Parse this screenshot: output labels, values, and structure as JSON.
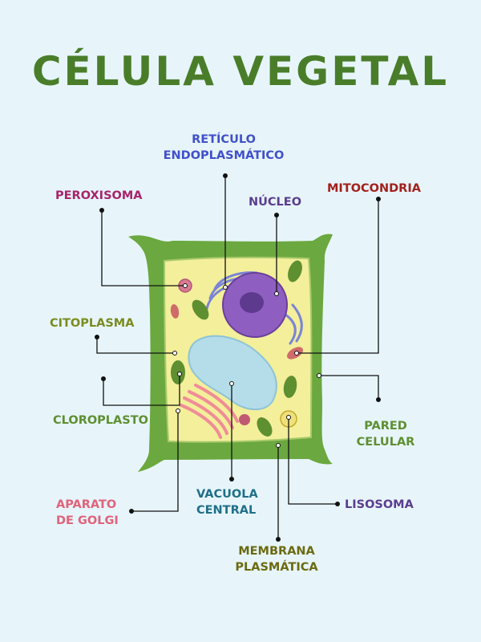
{
  "title": "CÉLULA VEGETAL",
  "colors": {
    "title": "#4a7d2a",
    "wall": "#6ba83f",
    "cytoplasm": "#f3ef9a",
    "nucleus": "#8e5fc0",
    "nucleolus": "#5e3a8f",
    "vacuole": "#b4dde9",
    "golgi": "#f08c97",
    "chloroplast": "#5e8f30",
    "mitochondria": "#d06b6b",
    "lysosome": "#efe17a",
    "peroxisome": "#d97a93",
    "er": "#7a84d6"
  },
  "labels": {
    "reticulo": {
      "lines": [
        "RETÍCULO",
        "ENDOPLASMÁTICO"
      ],
      "color": "#4150c8"
    },
    "peroxisoma": {
      "lines": [
        "PEROXISOMA"
      ],
      "color": "#a8246a"
    },
    "nucleo": {
      "lines": [
        "NÚCLEO"
      ],
      "color": "#5a3d8f"
    },
    "mitocondria": {
      "lines": [
        "MITOCONDRIA"
      ],
      "color": "#a3201c"
    },
    "citoplasma": {
      "lines": [
        "CITOPLASMA"
      ],
      "color": "#7c8a1f"
    },
    "cloroplasto": {
      "lines": [
        "CLOROPLASTO"
      ],
      "color": "#5e8f30"
    },
    "pared": {
      "lines": [
        "PARED",
        "CELULAR"
      ],
      "color": "#5e8f30"
    },
    "golgi": {
      "lines": [
        "APARATO",
        "DE GOLGI"
      ],
      "color": "#e0637a"
    },
    "vacuola": {
      "lines": [
        "VACUOLA",
        "CENTRAL"
      ],
      "color": "#1f6f87"
    },
    "lisosoma": {
      "lines": [
        "LISOSOMA"
      ],
      "color": "#5a3d8f"
    },
    "membrana": {
      "lines": [
        "MEMBRANA",
        "PLASMÁTICA"
      ],
      "color": "#6b6a10"
    }
  }
}
